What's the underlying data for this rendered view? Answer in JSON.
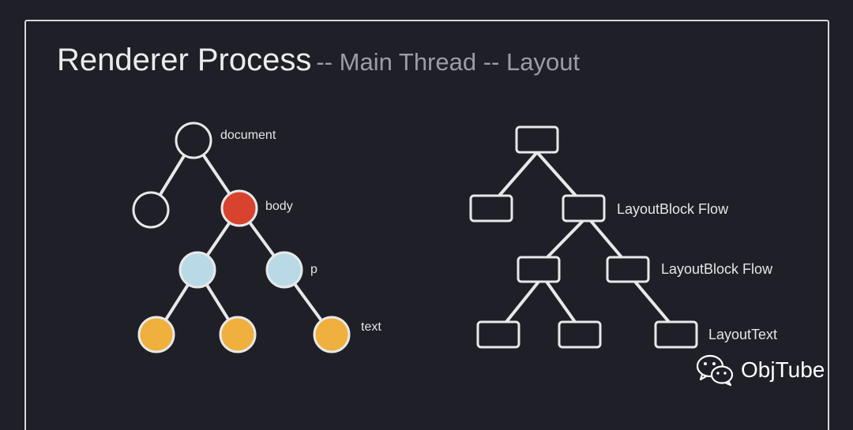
{
  "title": {
    "main": "Renderer Process",
    "sub": "-- Main Thread -- Layout"
  },
  "dom_tree": {
    "labels": {
      "document": "document",
      "body": "body",
      "p": "p",
      "text": "text"
    },
    "colors": {
      "outline": "#e8e8e8",
      "body": "#d8432f",
      "p": "#b9d9e6",
      "text": "#f0b03d"
    }
  },
  "layout_tree": {
    "labels": {
      "block_flow_1": "LayoutBlock Flow",
      "block_flow_2": "LayoutBlock Flow",
      "layout_text": "LayoutText"
    }
  },
  "watermark": {
    "text": "ObjTube",
    "icon": "wechat-icon"
  }
}
